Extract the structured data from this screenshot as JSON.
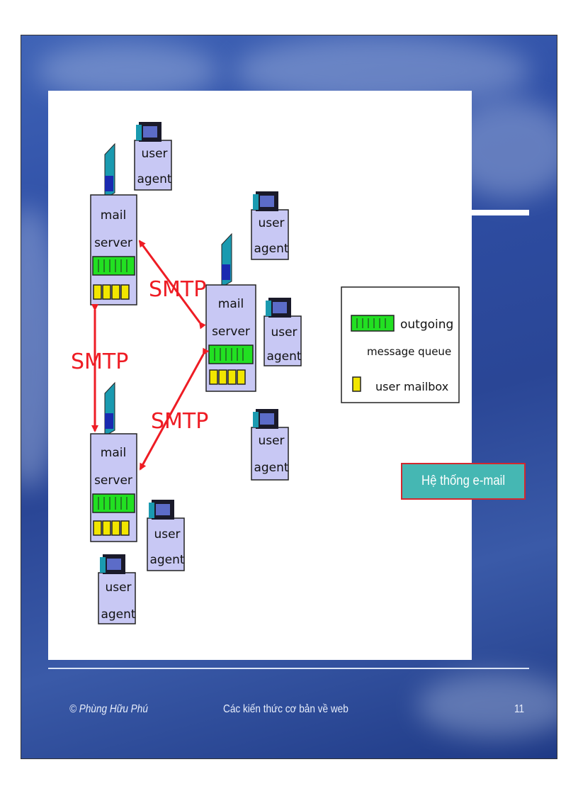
{
  "nodes": {
    "mail_server_word1": "mail",
    "mail_server_word2": "server",
    "user_agent_word1": "user",
    "user_agent_word2": "agent"
  },
  "protocol_label": "SMTP",
  "legend": {
    "outgoing_label_line1": "outgoing",
    "outgoing_label_line2": "message queue",
    "mailbox_label": "user mailbox"
  },
  "slide_title": "Hệ thống e-mail",
  "footer": {
    "author": "© Phùng Hữu Phú",
    "course": "Các kiến thức cơ bản về web",
    "page_number": "11"
  },
  "colors": {
    "queue_green": "#22e022",
    "mailbox_yellow": "#f2e600",
    "box_lavender": "#c8c8f4",
    "smtp_red": "#ee1c24",
    "title_teal": "#45b7b3"
  }
}
